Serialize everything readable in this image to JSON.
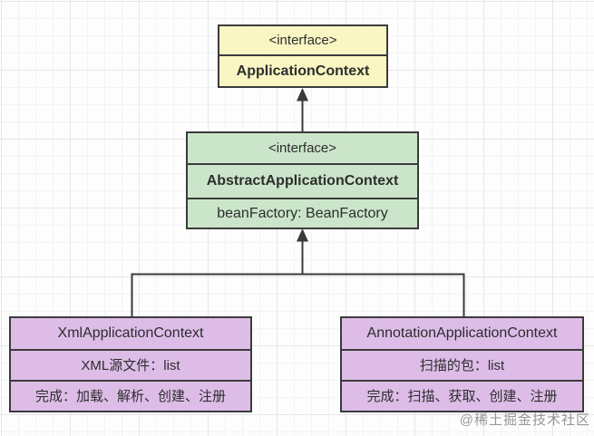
{
  "diagram": {
    "type": "uml-class-diagram",
    "nodes": {
      "applicationContext": {
        "stereotype": "<interface>",
        "name": "ApplicationContext"
      },
      "abstractApplicationContext": {
        "stereotype": "<interface>",
        "name": "AbstractApplicationContext",
        "field": "beanFactory: BeanFactory"
      },
      "xmlApplicationContext": {
        "name": "XmlApplicationContext",
        "field": "XML源文件：list",
        "note": "完成：加载、解析、创建、注册"
      },
      "annotationApplicationContext": {
        "name": "AnnotationApplicationContext",
        "field": "扫描的包：list",
        "note": "完成：扫描、获取、创建、注册"
      }
    },
    "relations": [
      {
        "from": "AbstractApplicationContext",
        "to": "ApplicationContext",
        "kind": "generalization-arrow-up"
      },
      {
        "from": "XmlApplicationContext",
        "to": "AbstractApplicationContext",
        "kind": "generalization-arrow-up"
      },
      {
        "from": "AnnotationApplicationContext",
        "to": "AbstractApplicationContext",
        "kind": "generalization-arrow-up"
      }
    ],
    "colors": {
      "interface_fill": "#faf6c3",
      "abstract_fill": "#cbe5ca",
      "implementation_fill": "#ddbde8",
      "border": "#3b3b3b",
      "connector": "#3a3a3a",
      "text": "#2d2d2d"
    },
    "watermark": "@稀土掘金技术社区"
  }
}
